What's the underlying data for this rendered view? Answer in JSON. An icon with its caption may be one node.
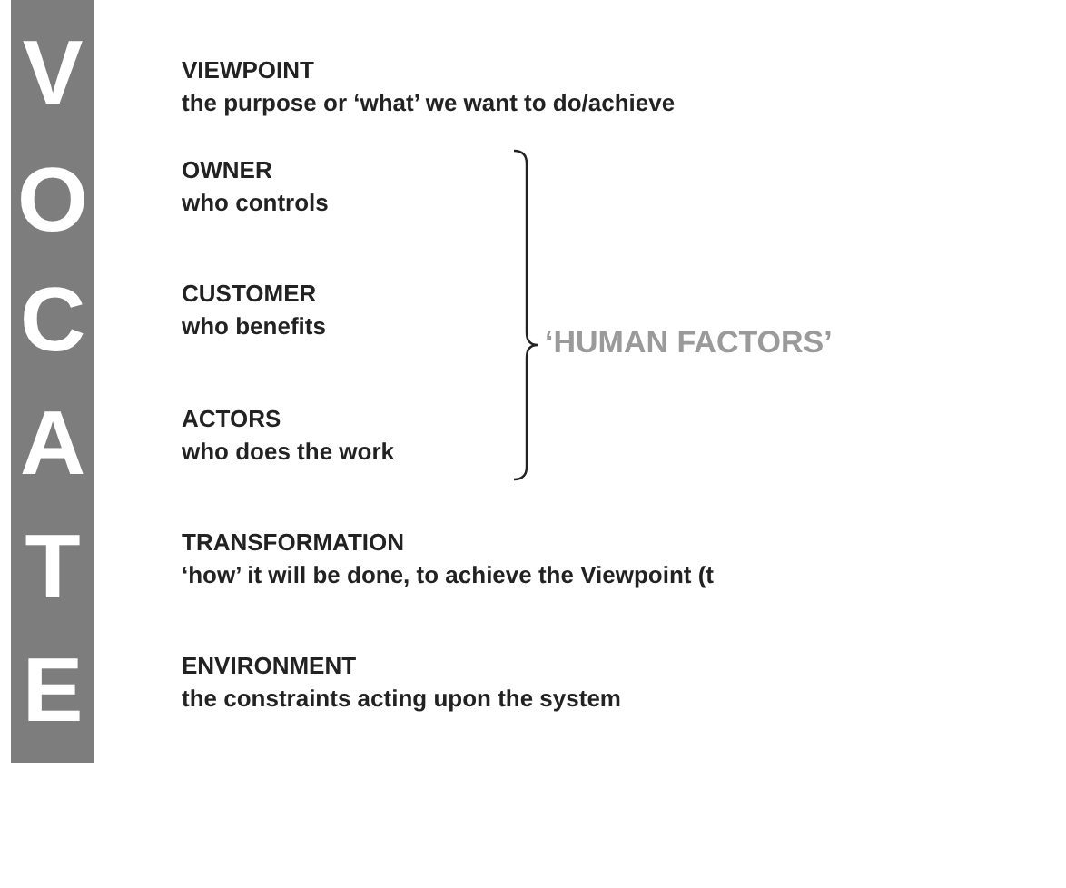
{
  "diagram": {
    "nodes": [
      {
        "text": [
          "V",
          "O",
          "C",
          "A",
          "T",
          "E"
        ]
      }
    ],
    "labels": [
      "VIEWPOINT",
      "the purpose or ‘what’ we want to do/achieve",
      "OWNER",
      "who controls",
      "CUSTOMER",
      "who benefits",
      "ACTORS",
      "who does the work",
      "‘HUMAN FACTORS’",
      "TRANSFORMATION",
      "‘how’ it will be done, to achieve the Viewpoint (t",
      "ENVIRONMENT",
      "the constraints acting upon the system"
    ]
  }
}
